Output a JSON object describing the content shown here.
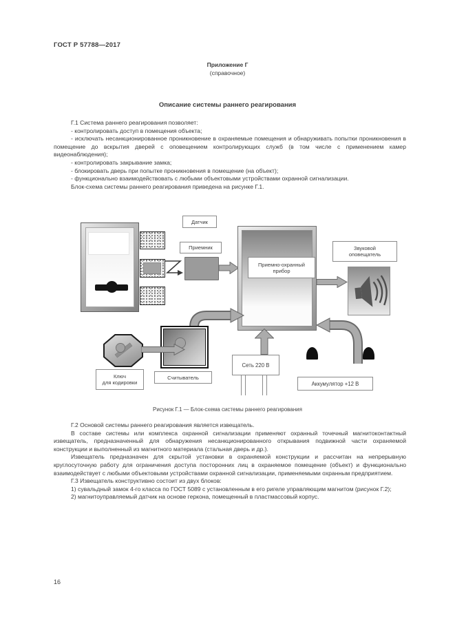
{
  "document": {
    "standard_ref": "ГОСТ Р 57788—2017",
    "page_number": "16",
    "appendix_title": "Приложение Г",
    "appendix_type": "(справочное)",
    "section_title": "Описание системы раннего реагирования"
  },
  "g1": {
    "intro": "Г.1 Система раннего реагирования позволяет:",
    "items": [
      "- контролировать доступ в помещения объекта;",
      "- исключать несанкционированное проникновение в охраняемые помещения и обнаруживать попытки проникновения в помещение до вскрытия дверей с оповещением  контролирующих служб  (в том числе с применением камер видеонаблюдения);",
      "- контролировать закрывание замка;",
      "- блокировать дверь при попытке проникновения в помещение (на объект);",
      "- функционально взаимодействовать с любыми объектовыми устройствами охранной сигнализации."
    ],
    "outro": "Блок-схема системы раннего реагирования приведена на рисунке Г.1."
  },
  "figure": {
    "caption": "Рисунок Г.1 — Блок-схема системы раннего реагирования",
    "labels": {
      "sensor": "Датчик",
      "receiver": "Приемник",
      "panel_line1": "Приемно-охранный",
      "panel_line2": "прибор",
      "sounder_line1": "Звуковой",
      "sounder_line2": "оповещатель",
      "key_line1": "Ключ",
      "key_line2": "для кодировки",
      "reader": "Считыватель",
      "mains": "Сеть 220 В",
      "battery": "Аккумулятор +12 В"
    }
  },
  "g2": {
    "p1": "Г.2 Основой системы раннего реагирования является извещатель.",
    "p2": "В составе системы или комплекса охранной сигнализации применяют охранный точечный магнитоконтактный извещатель, предназначенный для обнаружения несанкционированного открывания подвижной части охраняемой конструкции и выполненный из магнитного материала (стальная дверь и др.).",
    "p3": "Извещатель предназначен для скрытой установки в охраняемой конструкции и рассчитан на непрерывную круглосуточную работу для ограничения доступа посторонних лиц в охраняемое помещение (объект) и функционально взаимодействует с любыми объектовыми устройствами охранной сигнализации, применяемыми охранным предприятием."
  },
  "g3": {
    "intro": "Г.3 Извещатель конструктивно состоит из двух блоков:",
    "items": [
      "1) сувальдный замок 4-го класса по ГОСТ 5089 с установленным в его ригеле управляющим магнитом (рисунок Г.2);",
      "2) магнитоуправляемый датчик на основе геркона, помещенный в пластмассовый корпус."
    ]
  },
  "colors": {
    "arrow_fill": "#ababab",
    "arrow_outline": "#696969",
    "text": "#3c3c3c",
    "page_background": "#ffffff"
  }
}
